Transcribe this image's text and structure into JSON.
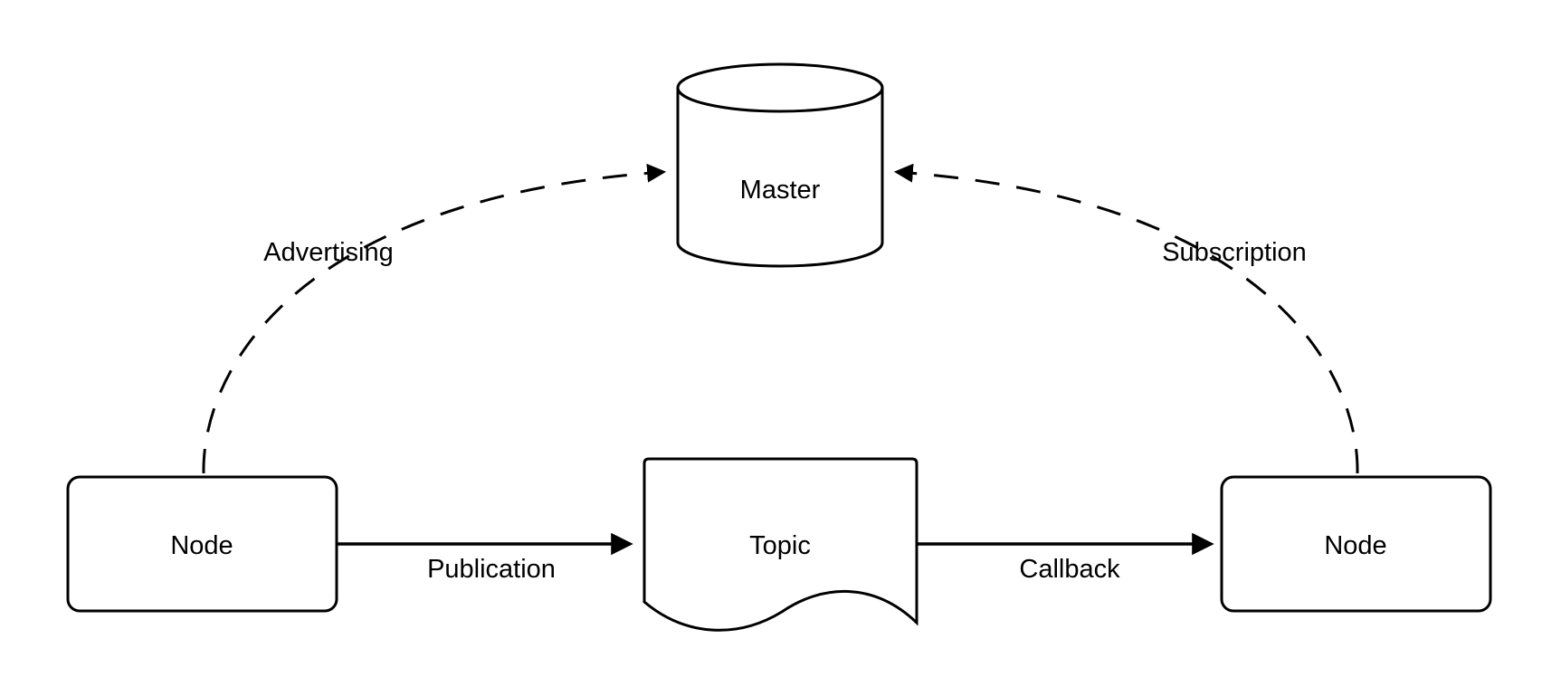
{
  "diagram": {
    "type": "architecture-diagram",
    "background_color": "#ffffff",
    "stroke_color": "#000000",
    "fill_color": "#ffffff",
    "nodes": {
      "master": {
        "label": "Master",
        "shape": "cylinder"
      },
      "node_left": {
        "label": "Node",
        "shape": "rounded-rectangle"
      },
      "topic": {
        "label": "Topic",
        "shape": "document"
      },
      "node_right": {
        "label": "Node",
        "shape": "rounded-rectangle"
      }
    },
    "edges": {
      "advertising": {
        "label": "Advertising",
        "from": "node_left",
        "to": "master",
        "style": "dashed-curved-arrow"
      },
      "subscription": {
        "label": "Subscription",
        "from": "node_right",
        "to": "master",
        "style": "dashed-curved-arrow"
      },
      "publication": {
        "label": "Publication",
        "from": "node_left",
        "to": "topic",
        "style": "solid-arrow"
      },
      "callback": {
        "label": "Callback",
        "from": "topic",
        "to": "node_right",
        "style": "solid-arrow"
      }
    }
  }
}
